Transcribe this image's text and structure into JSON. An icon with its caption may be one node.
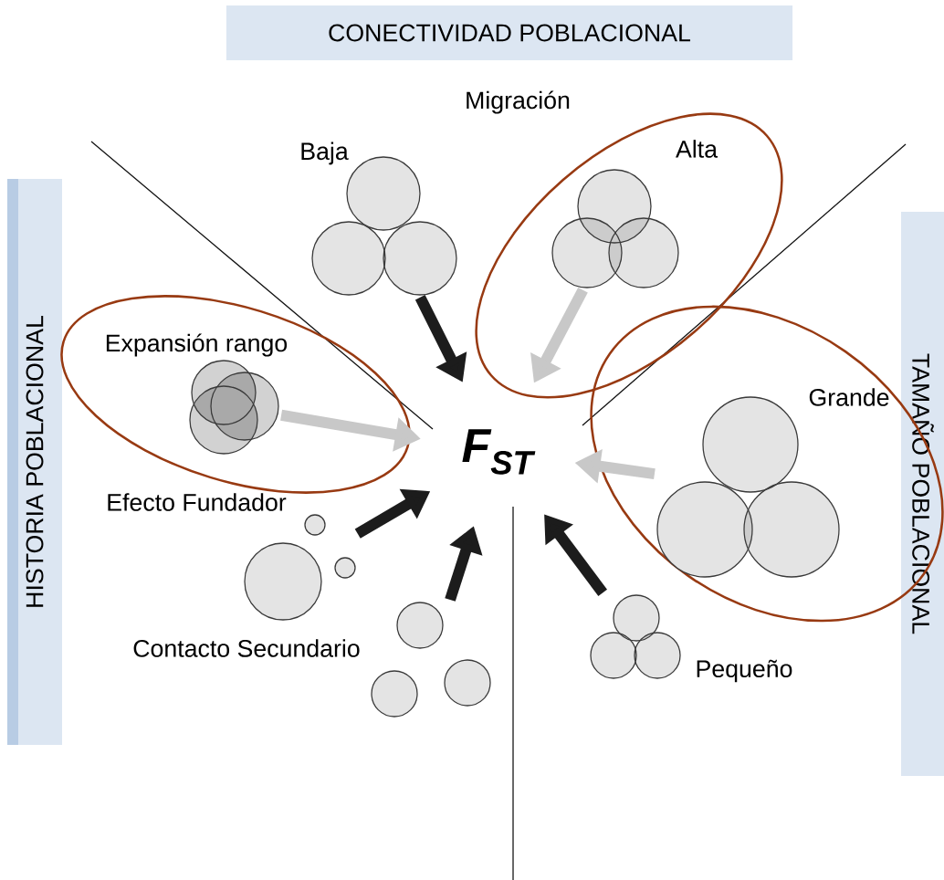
{
  "diagram": {
    "nodes": [
      {
        "text": [
          "CONECTIVIDAD POBLACIONAL"
        ]
      },
      {
        "text": [
          "HISTORIA POBLACIONAL"
        ]
      },
      {
        "text": [
          "TAMAÑO POBLACIONAL"
        ]
      },
      {
        "text": [],
        "shape": "circle",
        "beside": [
          "Baja"
        ]
      },
      {
        "text": [
          "Alta"
        ]
      },
      {
        "text": [],
        "shape": "circle",
        "in": 4
      },
      {
        "text": [
          "Expansión rango"
        ]
      },
      {
        "text": [],
        "shape": "circle",
        "in": 6
      },
      {
        "text": [
          "F$_{ST}$"
        ]
      },
      {
        "text": [
          "Grande"
        ]
      },
      {
        "text": [],
        "shape": "circle",
        "in": 9
      },
      {
        "text": [],
        "shape": "circle",
        "beside": [
          "Efecto Fundador"
        ]
      },
      {
        "text": [],
        "shape": "circle",
        "beside": [
          "Contacto Secundario"
        ]
      },
      {
        "text": [],
        "shape": "circle",
        "beside": [
          "Pequeño"
        ]
      }
    ],
    "edges": [
      {
        "from": 3,
        "to": 8,
        "arrow": "to"
      },
      {
        "from": 5,
        "to": 8,
        "arrow": "to",
        "color": "#c8c8c8"
      },
      {
        "from": 7,
        "to": 8,
        "arrow": "to",
        "color": "#c8c8c8"
      },
      {
        "from": 10,
        "to": 8,
        "arrow": "to",
        "color": "#c8c8c8"
      },
      {
        "from": 11,
        "to": 8,
        "arrow": "to"
      },
      {
        "from": 12,
        "to": 8,
        "arrow": "to"
      },
      {
        "from": 13,
        "to": 8,
        "arrow": "to"
      }
    ],
    "labels": [
      "Migración"
    ]
  }
}
